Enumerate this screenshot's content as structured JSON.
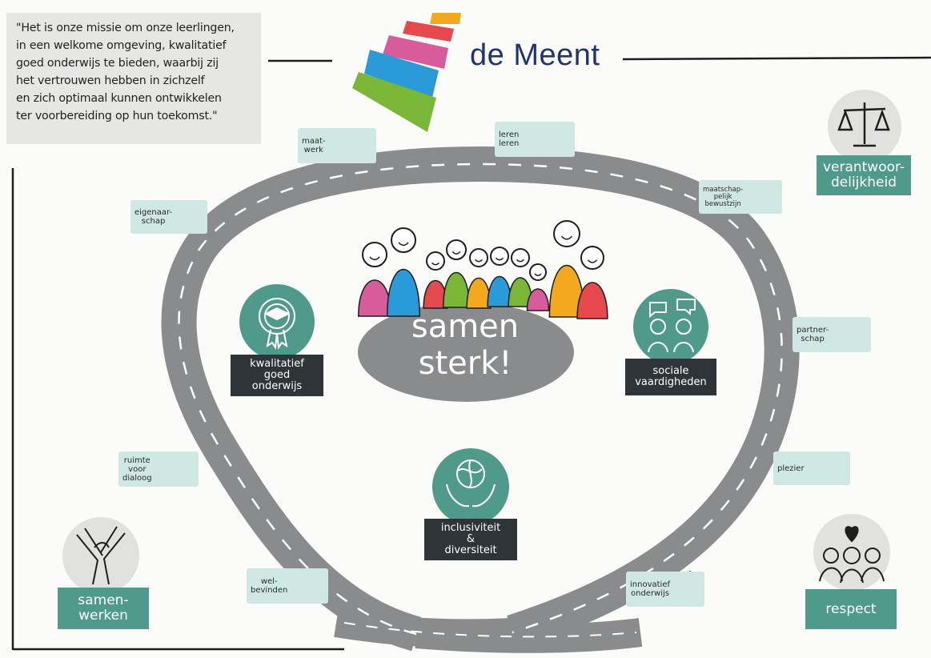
{
  "mission_quote": [
    "\"Het is onze missie om onze leerlingen,",
    "in een welkome omgeving, kwalitatief",
    "goed onderwijs te bieden, waarbij zij",
    "het vertrouwen hebben in zichzelf",
    "en zich optimaal kunnen ontwikkelen",
    "ter voorbereiding op hun toekomst.\""
  ],
  "brand": {
    "name": "de Meent",
    "colors": {
      "yellow": "#f2a91e",
      "red": "#e5484d",
      "pink": "#d85c9c",
      "blue": "#2a9ad8",
      "green": "#7ab637",
      "navy": "#1f3470"
    }
  },
  "center": {
    "text": "samen\nsterk!"
  },
  "core_values": [
    {
      "id": "kwalitatief",
      "label": "kwalitatief\ngoed\nonderwijs",
      "icon": "graduation-rosette-icon"
    },
    {
      "id": "sociale",
      "label": "sociale\nvaardigheden",
      "icon": "conversation-people-icon"
    },
    {
      "id": "inclusiviteit",
      "label": "inclusiviteit\n&\ndiversiteit",
      "icon": "hands-globe-icon"
    }
  ],
  "corner_values": [
    {
      "id": "verantwoordelijkheid",
      "label": "verantwoor-\ndelijkheid",
      "icon": "scales-icon"
    },
    {
      "id": "samenwerken",
      "label": "samen-\nwerken",
      "icon": "joined-hands-icon"
    },
    {
      "id": "respect",
      "label": "respect",
      "icon": "heart-people-icon"
    }
  ],
  "road_labels": [
    {
      "id": "maatwerk",
      "label": "maat-\nwerk",
      "icon": "signpost-arrows-icon"
    },
    {
      "id": "leren",
      "label": "leren\nleren",
      "icon": "brain-circuit-icon"
    },
    {
      "id": "eigenaarschap",
      "label": "eigenaar-\nschap",
      "icon": "gear-person-icon"
    },
    {
      "id": "maatschappelijk",
      "label": "maatschap-\npelijk\nbewustzijn",
      "icon": "globe-heart-icon"
    },
    {
      "id": "partnerschap",
      "label": "partner-\nschap",
      "icon": "puzzle-pieces-icon"
    },
    {
      "id": "ruimte",
      "label": "ruimte\nvoor\ndialoog",
      "icon": "speech-bubbles-icon"
    },
    {
      "id": "plezier",
      "label": "plezier",
      "icon": "smiley-icon"
    },
    {
      "id": "welbevinden",
      "label": "wel-\nbevinden",
      "icon": "heart-arrow-icon"
    },
    {
      "id": "innovatief",
      "label": "innovatief\nonderwijs",
      "icon": "lightbulb-box-icon"
    }
  ],
  "palette": {
    "road": "#898b8c",
    "road_lines": "#ffffff",
    "label_bg": "#cfe8e3",
    "teal": "#4f9a8a",
    "dark": "#2e3438",
    "circle_grey": "#e1e1df",
    "people": [
      "#d85c9c",
      "#2a9ad8",
      "#e5484d",
      "#7ab637",
      "#f2a91e",
      "#2a9ad8",
      "#7ab637",
      "#d85c9c",
      "#f2a91e",
      "#e5484d"
    ]
  }
}
